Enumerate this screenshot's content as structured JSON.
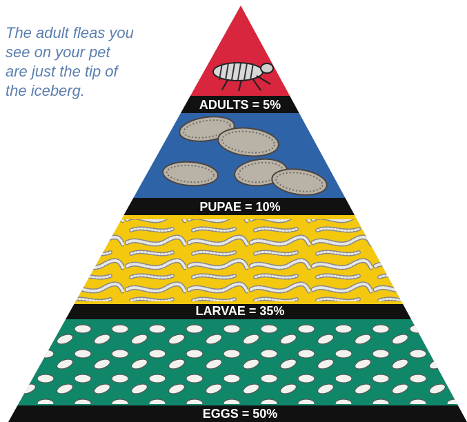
{
  "caption": {
    "lines": [
      "The adult fleas you",
      "see on your pet",
      "are just the tip of",
      "the iceberg."
    ]
  },
  "pyramid": {
    "levels": [
      {
        "id": "adults",
        "label": "ADULTS = 5%",
        "percent": 5,
        "color": "#d7263d",
        "icon": "flea-icon"
      },
      {
        "id": "pupae",
        "label": "PUPAE = 10%",
        "percent": 10,
        "color": "#2f63a8",
        "icon": "cocoon-icon"
      },
      {
        "id": "larvae",
        "label": "LARVAE = 35%",
        "percent": 35,
        "color": "#f3c80f",
        "icon": "larva-icon"
      },
      {
        "id": "eggs",
        "label": "EGGS = 50%",
        "percent": 50,
        "color": "#11876a",
        "icon": "egg-icon"
      }
    ],
    "band_color": "#111111"
  }
}
